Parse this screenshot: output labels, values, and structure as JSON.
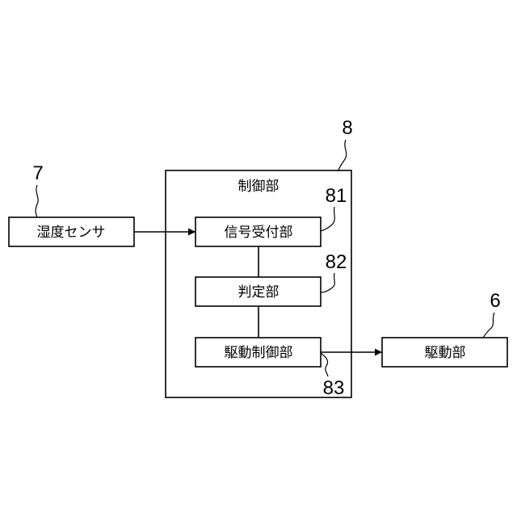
{
  "diagram": {
    "controller": {
      "label": "制御部",
      "ref": "8"
    },
    "humidity_sensor": {
      "label": "湿度センサ",
      "ref": "7"
    },
    "signal_receiver": {
      "label": "信号受付部",
      "ref": "81"
    },
    "judgment_unit": {
      "label": "判定部",
      "ref": "82"
    },
    "drive_controller": {
      "label": "駆動制御部",
      "ref": "83"
    },
    "drive_unit": {
      "label": "駆動部",
      "ref": "6"
    }
  }
}
